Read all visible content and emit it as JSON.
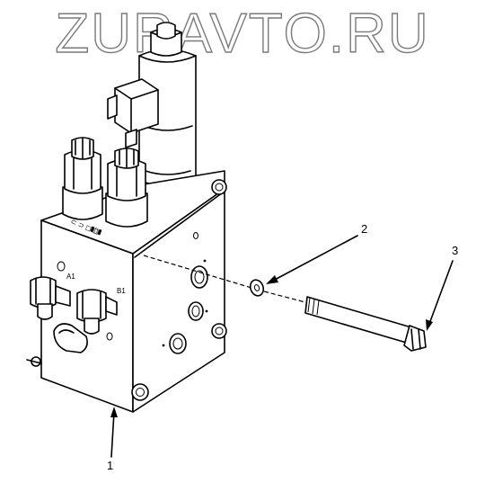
{
  "watermark": {
    "text": "ZURAVTO.RU"
  },
  "callouts": [
    {
      "id": "1",
      "label": "1"
    },
    {
      "id": "2",
      "label": "2"
    },
    {
      "id": "3",
      "label": "3"
    }
  ],
  "port_labels": {
    "a1": "A1",
    "b1": "B1"
  }
}
